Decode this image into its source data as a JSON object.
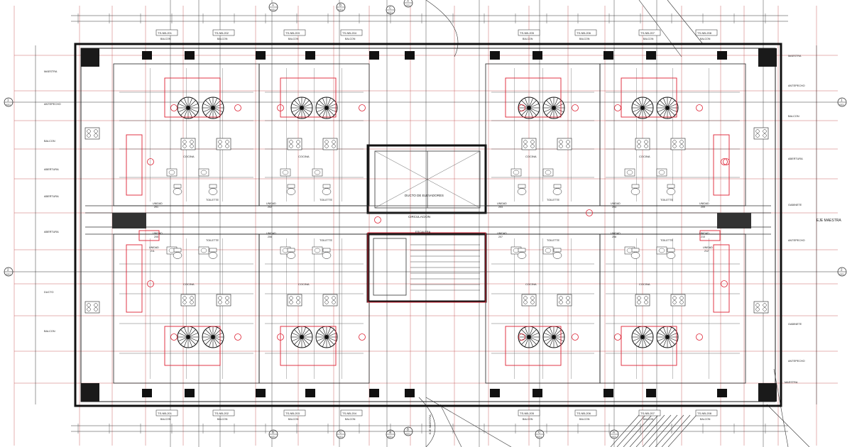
{
  "plan": {
    "axis_label_right": "EJE MAESTRA",
    "axis_label_bottom": "EJE MAESTRA",
    "center_core_upper": "DUCTO DE ELEVADORES",
    "center_core_label": "CIRCULACION",
    "stair_label": "ESCALERA",
    "grid_bubbles": [
      "1",
      "2",
      "A",
      "B",
      "C"
    ],
    "grid_bubble_ref": "A201",
    "room_labels": {
      "kitchen": "COCINA",
      "toilet": "TOILETTE",
      "balcony": "BALCON",
      "unit": "UNIDAD",
      "shaft": "DUCTO",
      "opening": "ABERTURA",
      "parapet": "ANTEPECHO",
      "cabinet": "GABINETE",
      "maestra": "MAESTRA"
    },
    "unit_numbers": [
      "201",
      "202",
      "203",
      "204",
      "205",
      "206",
      "207",
      "208",
      "209",
      "210",
      "211",
      "212"
    ],
    "tag_prefix": "TS-NB-"
  }
}
